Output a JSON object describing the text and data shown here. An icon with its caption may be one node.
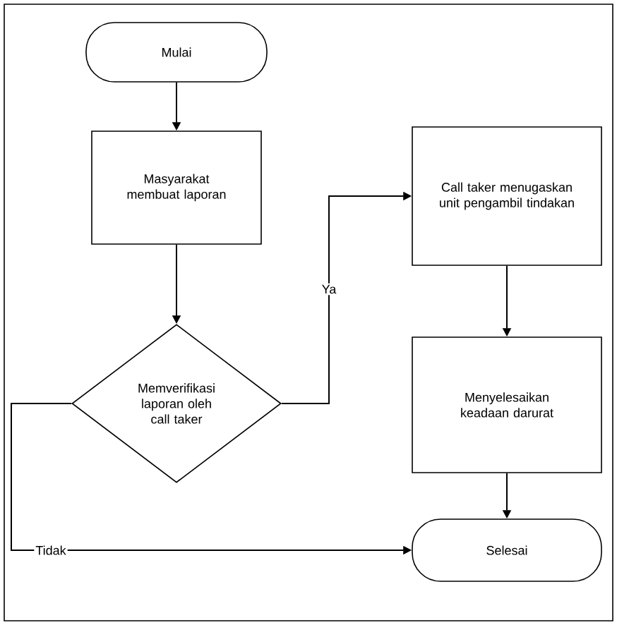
{
  "diagram": {
    "nodes": [
      {
        "text": [
          "Mulai"
        ]
      },
      {
        "text": [
          "Masyarakat membuat laporan"
        ]
      },
      {
        "text": [
          "Memverifikasi laporan oleh call taker"
        ]
      },
      {
        "text": [
          "Call taker menugaskan unit pengambil tindakan"
        ]
      },
      {
        "text": [
          "Menyelesaikan keadaan darurat"
        ]
      },
      {
        "text": [
          "Selesai"
        ]
      }
    ],
    "edges": [
      {
        "from": 0,
        "to": 1,
        "arrow": "to"
      },
      {
        "from": 1,
        "to": 2,
        "arrow": "to"
      },
      {
        "from": 2,
        "to": 3,
        "arrow": "to",
        "label": "Ya"
      },
      {
        "from": 3,
        "to": 4,
        "arrow": "to"
      },
      {
        "from": 4,
        "to": 5,
        "arrow": "to"
      },
      {
        "from": 2,
        "to": 5,
        "arrow": "to",
        "label": "Tidak"
      }
    ]
  }
}
